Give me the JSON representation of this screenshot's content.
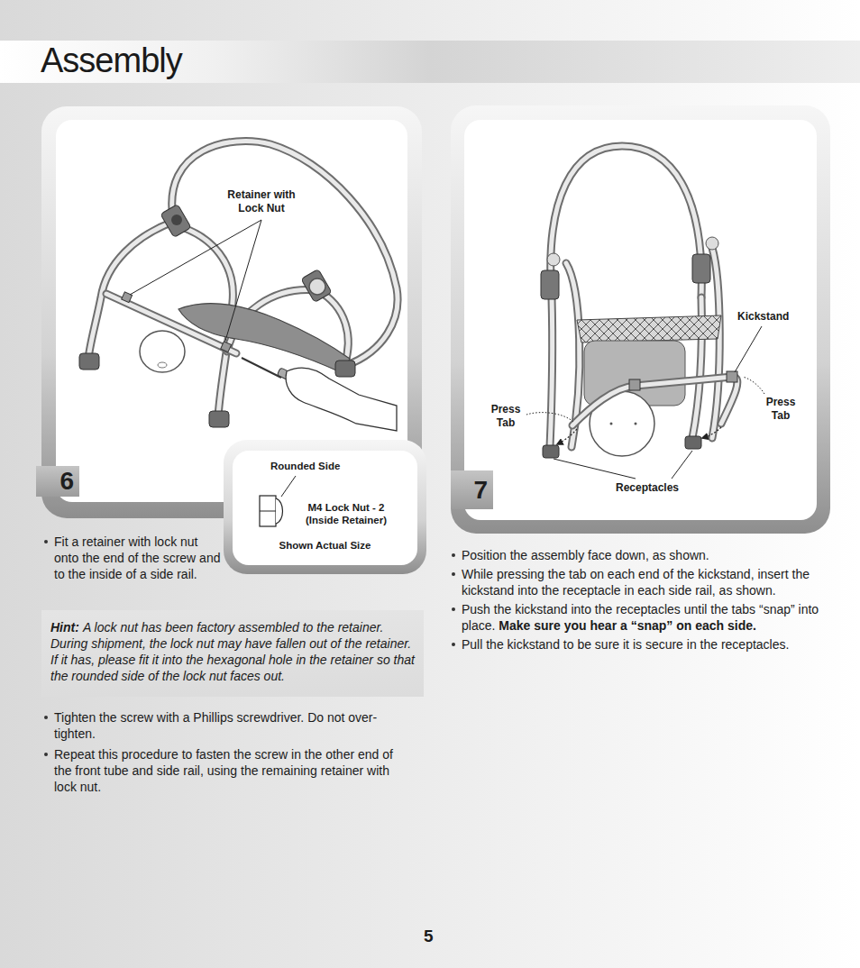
{
  "diagram": {
    "title": "Assembly",
    "nodes": [
      {
        "text": [
          "6"
        ]
      },
      {
        "text": [
          "Rounded Side",
          "M4 Lock Nut - 2 (Inside Retainer)",
          "Shown Actual Size"
        ]
      },
      {
        "text": [
          "Hint:",
          "A lock nut has been factory assembled to the retainer. During shipment, the lock nut may have fallen out of the retainer. If it has, please fit it into the hexagonal hole in the retainer so that the rounded side of the lock nut faces out."
        ]
      },
      {
        "text": [
          "7"
        ]
      }
    ],
    "labels": [
      "Retainer with Lock Nut",
      "Kickstand",
      "Press Tab",
      "Press Tab",
      "Receptacles",
      "Fit a retainer with lock nut onto the end of the screw and to the inside of a side rail.",
      "Tighten the screw with a Phillips screwdriver. Do not over-tighten.",
      "Repeat this procedure to fasten the screw in the other end of the front tube and side rail, using the remaining retainer with lock nut.",
      "Position the assembly face down, as shown.",
      "While pressing the tab on each end of the kickstand, insert the kickstand into the receptacle in each side rail, as shown.",
      "Push the kickstand into the receptacles until the tabs “snap” into place.",
      "Make sure you hear a “snap” on each side.",
      "Pull the kickstand to be sure it is secure in the receptacles.",
      "5"
    ]
  }
}
